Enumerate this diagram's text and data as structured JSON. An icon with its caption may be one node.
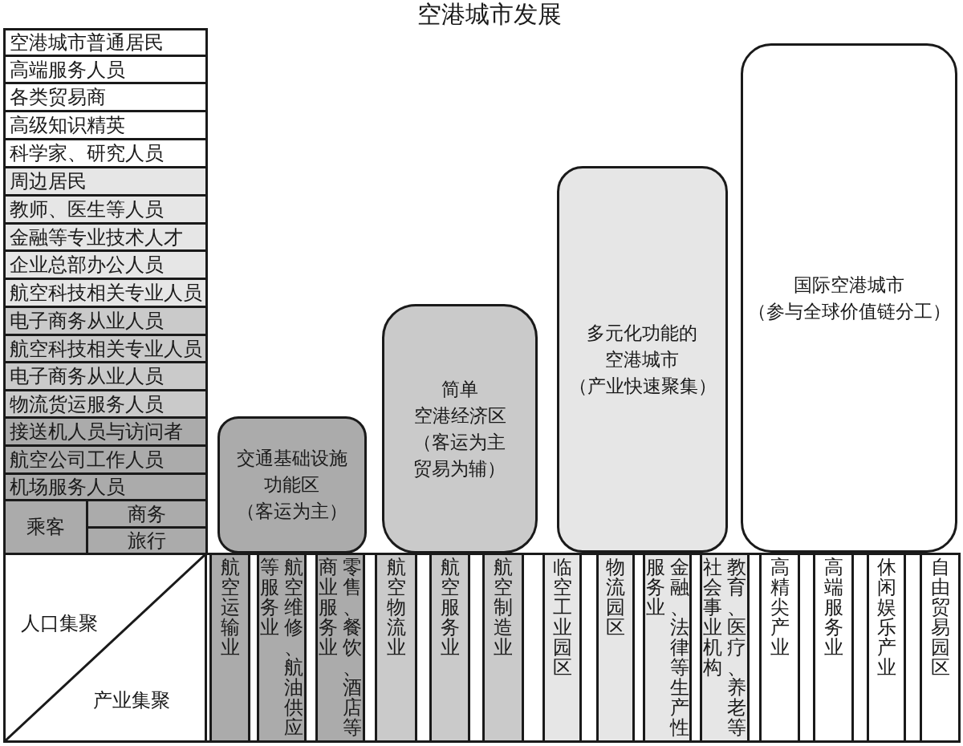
{
  "diagram": {
    "title": "空港城市发展",
    "nodes": [
      {
        "text": [
          "空港城市普通居民"
        ]
      },
      {
        "text": [
          "高端服务人员"
        ]
      },
      {
        "text": [
          "各类贸易商"
        ]
      },
      {
        "text": [
          "高级知识精英"
        ]
      },
      {
        "text": [
          "科学家、研究人员"
        ]
      },
      {
        "text": [
          "周边居民"
        ]
      },
      {
        "text": [
          "教师、医生等人员"
        ]
      },
      {
        "text": [
          "金融等专业技术人才"
        ]
      },
      {
        "text": [
          "企业总部办公人员"
        ]
      },
      {
        "text": [
          "航空科技相关专业人员"
        ]
      },
      {
        "text": [
          "电子商务从业人员"
        ]
      },
      {
        "text": [
          "航空科技相关专业人员"
        ]
      },
      {
        "text": [
          "电子商务从业人员"
        ]
      },
      {
        "text": [
          "物流货运服务人员"
        ]
      },
      {
        "text": [
          "接送机人员与访问者"
        ]
      },
      {
        "text": [
          "航空公司工作人员"
        ]
      },
      {
        "text": [
          "机场服务人员"
        ]
      },
      {
        "text": [
          "乘客"
        ]
      },
      {
        "text": [
          "商务"
        ]
      },
      {
        "text": [
          "旅行"
        ]
      },
      {
        "text": [
          "交通基础设施功能区",
          "（客运为主）"
        ]
      },
      {
        "text": [
          "简单空港经济区",
          "（客运为主贸易为辅）"
        ]
      },
      {
        "text": [
          "多元化功能的空港城市",
          "（产业快速聚集）"
        ]
      },
      {
        "text": [
          "国际空港城市",
          "（参与全球价值链分工）"
        ]
      },
      {
        "text": [
          "人口集聚",
          "产业集聚"
        ]
      },
      {
        "text": [
          "航空运输业"
        ]
      },
      {
        "text": [
          "航空维修、航油供应等服务业"
        ]
      },
      {
        "text": [
          "零售、餐饮、酒店等商业服务业"
        ]
      },
      {
        "text": [
          "航空物流业"
        ]
      },
      {
        "text": [
          "航空服务业"
        ]
      },
      {
        "text": [
          "航空制造业"
        ]
      },
      {
        "text": [
          "临空工业园区"
        ]
      },
      {
        "text": [
          "物流园区"
        ]
      },
      {
        "text": [
          "金融、法律等生产性服务业"
        ]
      },
      {
        "text": [
          "教育、医疗、养老等社会事业机构"
        ]
      },
      {
        "text": [
          "高精尖产业"
        ]
      },
      {
        "text": [
          "高端服务业"
        ]
      },
      {
        "text": [
          "休闲娱乐产业"
        ]
      },
      {
        "text": [
          "自由贸易园区"
        ]
      }
    ]
  }
}
